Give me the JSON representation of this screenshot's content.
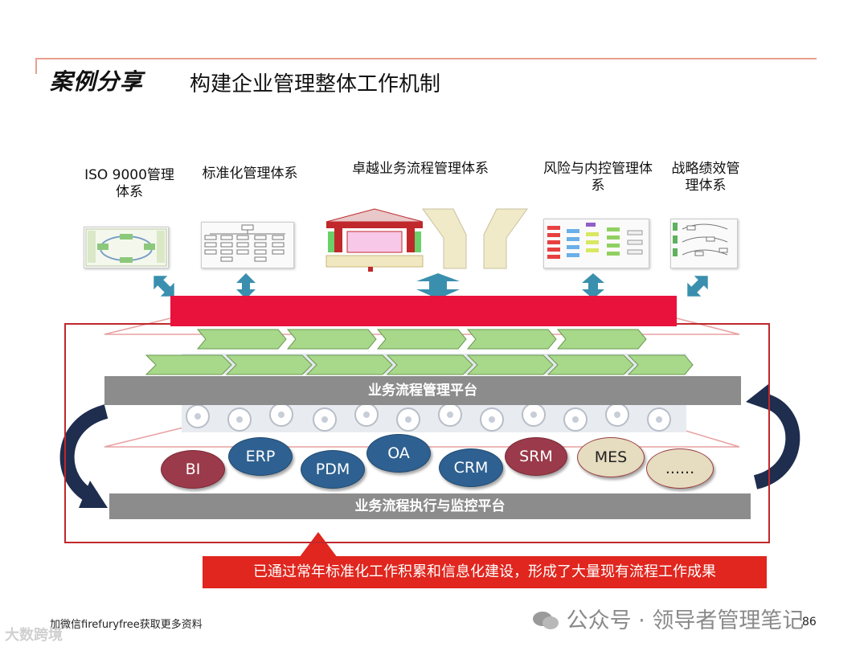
{
  "header": {
    "tag": "案例分享",
    "title": "构建企业管理整体工作机制"
  },
  "systems": [
    {
      "label": "ISO 9000管理体系"
    },
    {
      "label": "标准化管理体系"
    },
    {
      "label": "卓越业务流程管理体系"
    },
    {
      "label": "风险与内控管理体系"
    },
    {
      "label": "战略绩效管理体系"
    }
  ],
  "platforms": {
    "management": "业务流程管理平台",
    "execution": "业务流程执行与监控平台"
  },
  "apps": [
    {
      "label": "BI",
      "color": "#9b3a4a"
    },
    {
      "label": "ERP",
      "color": "#2e6191"
    },
    {
      "label": "PDM",
      "color": "#2e6191"
    },
    {
      "label": "OA",
      "color": "#2e6191"
    },
    {
      "label": "CRM",
      "color": "#2e6191"
    },
    {
      "label": "SRM",
      "color": "#9b3a4a"
    },
    {
      "label": "MES",
      "color": "#e6dcc0"
    },
    {
      "label": "......",
      "color": "#e6dcc0"
    }
  ],
  "callout": "已通过常年标准化工作积累和信息化建设，形成了大量现有流程工作成果",
  "footer": {
    "source": "加微信firefuryfree获取更多资料",
    "watermark": "公众号 · 领导者管理笔记",
    "page": "86",
    "corner_mark": "大数跨境"
  },
  "colors": {
    "accent_red": "#e0261e",
    "frame_red": "#c0282c",
    "platform_gray": "#8c8c8c",
    "arrow_teal": "#3a8fae",
    "chevron_green": "#a8d88a",
    "loop_navy": "#1f2d4e"
  }
}
